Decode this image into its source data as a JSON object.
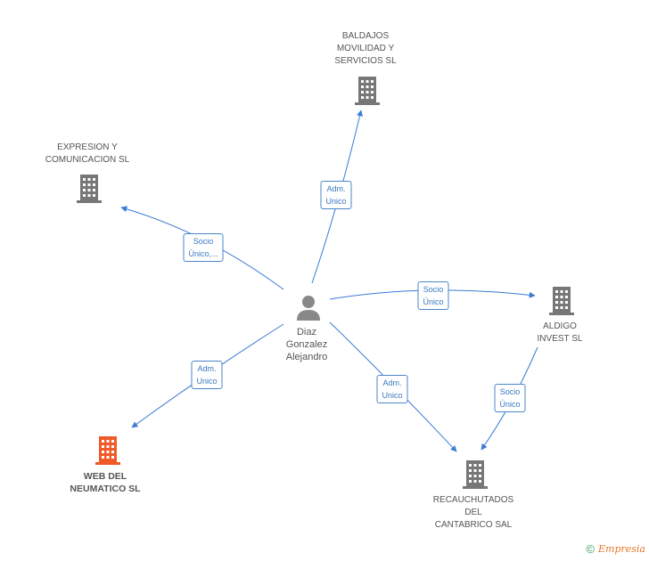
{
  "colors": {
    "edge": "#3a7bd5",
    "building": "#777777",
    "building_highlight": "#f05a28",
    "person": "#888888"
  },
  "nodes": {
    "person": {
      "lines": "Diaz\nGonzalez\nAlejandro",
      "icon": "person-icon"
    },
    "baldajos": {
      "lines": "BALDAJOS\nMOVILIDAD Y\nSERVICIOS SL",
      "icon": "building-icon"
    },
    "expresion": {
      "lines": "EXPRESION Y\nCOMUNICACION SL",
      "icon": "building-icon"
    },
    "aldigo": {
      "lines": "ALDIGO\nINVEST  SL",
      "icon": "building-icon"
    },
    "web": {
      "lines": "WEB DEL\nNEUMATICO SL",
      "icon": "building-icon"
    },
    "recauchutados": {
      "lines": "RECAUCHUTADOS\nDEL\nCANTABRICO SAL",
      "icon": "building-icon"
    }
  },
  "edges": {
    "to_baldajos": "Adm.\nUnico",
    "to_expresion": "Socio\nÚnico,...",
    "to_aldigo": "Socio\nÚnico",
    "to_web": "Adm.\nUnico",
    "to_recauchutados": "Adm.\nUnico",
    "aldigo_to_recauchutados": "Socio\nÚnico"
  },
  "footer": {
    "copyright": "©",
    "brand": "Empresia"
  }
}
